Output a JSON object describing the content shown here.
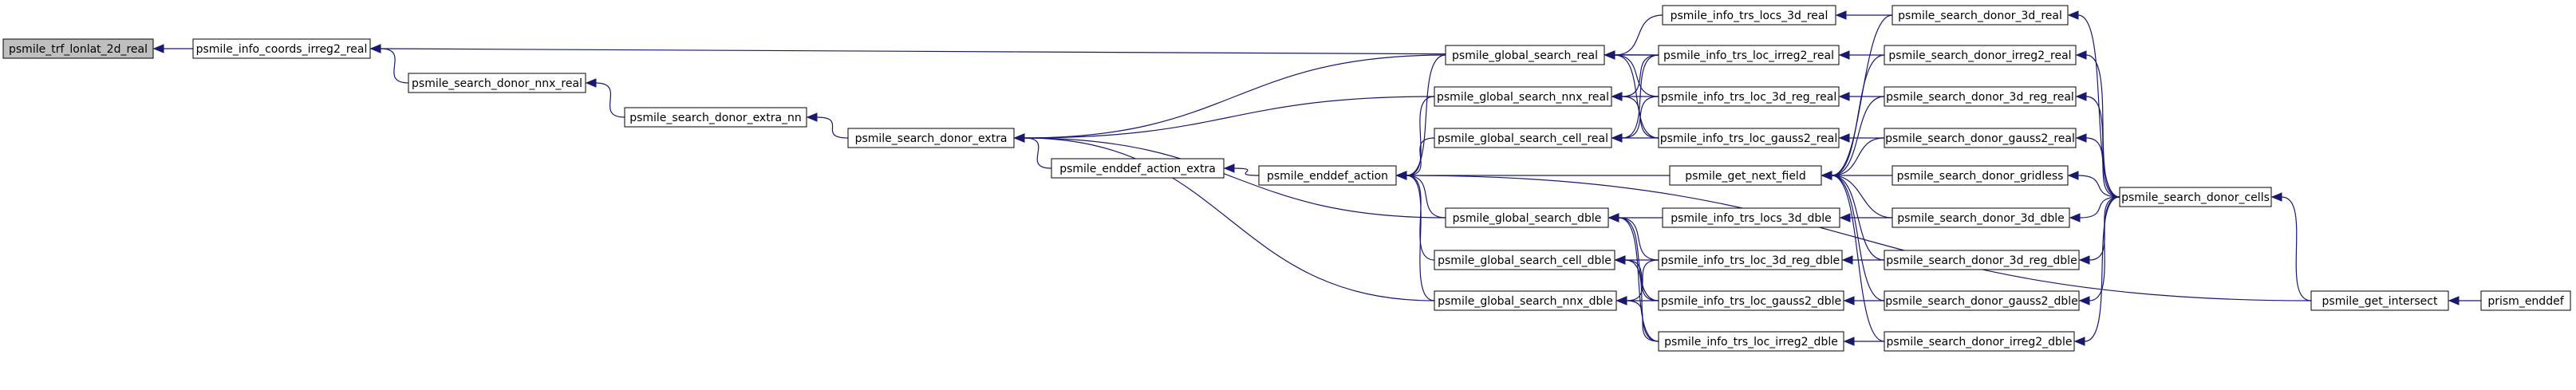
{
  "graph": {
    "nodes": [
      {
        "id": "trf",
        "label": "psmile_trf_lonlat_2d_real"
      },
      {
        "id": "coords",
        "label": "psmile_info_coords_irreg2_real"
      },
      {
        "id": "nnx",
        "label": "psmile_search_donor_nnx_real"
      },
      {
        "id": "extra_nn",
        "label": "psmile_search_donor_extra_nn"
      },
      {
        "id": "donor_extra",
        "label": "psmile_search_donor_extra"
      },
      {
        "id": "action_extra",
        "label": "psmile_enddef_action_extra"
      },
      {
        "id": "enddef_action",
        "label": "psmile_enddef_action"
      },
      {
        "id": "gs_real",
        "label": "psmile_global_search_real"
      },
      {
        "id": "gs_nnx_real",
        "label": "psmile_global_search_nnx_real"
      },
      {
        "id": "gs_cell_real",
        "label": "psmile_global_search_cell_real"
      },
      {
        "id": "next_field",
        "label": "psmile_get_next_field"
      },
      {
        "id": "gs_dble",
        "label": "psmile_global_search_dble"
      },
      {
        "id": "gs_cell_dble",
        "label": "psmile_global_search_cell_dble"
      },
      {
        "id": "gs_nnx_dble",
        "label": "psmile_global_search_nnx_dble"
      },
      {
        "id": "locs3d_real",
        "label": "psmile_info_trs_locs_3d_real"
      },
      {
        "id": "loc_irreg2_real",
        "label": "psmile_info_trs_loc_irreg2_real"
      },
      {
        "id": "loc3dreg_real",
        "label": "psmile_info_trs_loc_3d_reg_real"
      },
      {
        "id": "gauss2_real",
        "label": "psmile_info_trs_loc_gauss2_real"
      },
      {
        "id": "locs3d_dble",
        "label": "psmile_info_trs_locs_3d_dble"
      },
      {
        "id": "loc3dreg_dble",
        "label": "psmile_info_trs_loc_3d_reg_dble"
      },
      {
        "id": "gauss2_dble",
        "label": "psmile_info_trs_loc_gauss2_dble"
      },
      {
        "id": "irreg2_dble",
        "label": "psmile_info_trs_loc_irreg2_dble"
      },
      {
        "id": "sd_3d_real",
        "label": "psmile_search_donor_3d_real"
      },
      {
        "id": "sd_irreg2_real",
        "label": "psmile_search_donor_irreg2_real"
      },
      {
        "id": "sd_3dreg_real",
        "label": "psmile_search_donor_3d_reg_real"
      },
      {
        "id": "sd_gauss2_real",
        "label": "psmile_search_donor_gauss2_real"
      },
      {
        "id": "sd_gridless",
        "label": "psmile_search_donor_gridless"
      },
      {
        "id": "sd_3d_dble",
        "label": "psmile_search_donor_3d_dble"
      },
      {
        "id": "sd_3dreg_dble",
        "label": "psmile_search_donor_3d_reg_dble"
      },
      {
        "id": "sd_gauss2_dble",
        "label": "psmile_search_donor_gauss2_dble"
      },
      {
        "id": "sd_irreg2_dble",
        "label": "psmile_search_donor_irreg2_dble"
      },
      {
        "id": "cells",
        "label": "psmile_search_donor_cells"
      },
      {
        "id": "intersect",
        "label": "psmile_get_intersect"
      },
      {
        "id": "prism_enddef",
        "label": "prism_enddef"
      }
    ],
    "edges": [
      [
        "coords",
        "trf"
      ],
      [
        "nnx",
        "coords"
      ],
      [
        "extra_nn",
        "nnx"
      ],
      [
        "donor_extra",
        "extra_nn"
      ],
      [
        "gs_real",
        "donor_extra"
      ],
      [
        "gs_nnx_real",
        "donor_extra"
      ],
      [
        "action_extra",
        "donor_extra"
      ],
      [
        "gs_dble",
        "donor_extra"
      ],
      [
        "gs_nnx_dble",
        "donor_extra"
      ],
      [
        "enddef_action",
        "action_extra"
      ],
      [
        "gs_real",
        "enddef_action"
      ],
      [
        "gs_nnx_real",
        "enddef_action"
      ],
      [
        "gs_cell_real",
        "enddef_action"
      ],
      [
        "next_field",
        "enddef_action"
      ],
      [
        "gs_dble",
        "enddef_action"
      ],
      [
        "gs_cell_dble",
        "enddef_action"
      ],
      [
        "gs_nnx_dble",
        "enddef_action"
      ],
      [
        "intersect",
        "enddef_action"
      ],
      [
        "loc_irreg2_real",
        "coords"
      ],
      [
        "loc_irreg2_real",
        "gs_real"
      ],
      [
        "loc3dreg_real",
        "gs_real"
      ],
      [
        "gauss2_real",
        "gs_real"
      ],
      [
        "locs3d_real",
        "gs_real"
      ],
      [
        "loc_irreg2_real",
        "gs_nnx_real"
      ],
      [
        "loc3dreg_real",
        "gs_nnx_real"
      ],
      [
        "gauss2_real",
        "gs_nnx_real"
      ],
      [
        "loc_irreg2_real",
        "gs_cell_real"
      ],
      [
        "loc3dreg_real",
        "gs_cell_real"
      ],
      [
        "gauss2_real",
        "gs_cell_real"
      ],
      [
        "locs3d_dble",
        "gs_dble"
      ],
      [
        "loc3dreg_dble",
        "gs_dble"
      ],
      [
        "gauss2_dble",
        "gs_dble"
      ],
      [
        "irreg2_dble",
        "gs_dble"
      ],
      [
        "loc3dreg_dble",
        "gs_cell_dble"
      ],
      [
        "gauss2_dble",
        "gs_cell_dble"
      ],
      [
        "irreg2_dble",
        "gs_cell_dble"
      ],
      [
        "loc3dreg_dble",
        "gs_nnx_dble"
      ],
      [
        "gauss2_dble",
        "gs_nnx_dble"
      ],
      [
        "irreg2_dble",
        "gs_nnx_dble"
      ],
      [
        "sd_3d_real",
        "locs3d_real"
      ],
      [
        "sd_irreg2_real",
        "loc_irreg2_real"
      ],
      [
        "sd_3dreg_real",
        "loc3dreg_real"
      ],
      [
        "sd_gauss2_real",
        "gauss2_real"
      ],
      [
        "sd_3d_dble",
        "locs3d_dble"
      ],
      [
        "sd_3dreg_dble",
        "loc3dreg_dble"
      ],
      [
        "sd_gauss2_dble",
        "gauss2_dble"
      ],
      [
        "sd_irreg2_dble",
        "irreg2_dble"
      ],
      [
        "sd_3d_real",
        "next_field"
      ],
      [
        "sd_irreg2_real",
        "next_field"
      ],
      [
        "sd_3dreg_real",
        "next_field"
      ],
      [
        "sd_gauss2_real",
        "next_field"
      ],
      [
        "sd_gridless",
        "next_field"
      ],
      [
        "sd_3d_dble",
        "next_field"
      ],
      [
        "sd_3dreg_dble",
        "next_field"
      ],
      [
        "sd_gauss2_dble",
        "next_field"
      ],
      [
        "sd_irreg2_dble",
        "next_field"
      ],
      [
        "cells",
        "sd_3d_real"
      ],
      [
        "cells",
        "sd_irreg2_real"
      ],
      [
        "cells",
        "sd_3dreg_real"
      ],
      [
        "cells",
        "sd_gauss2_real"
      ],
      [
        "cells",
        "sd_gridless"
      ],
      [
        "cells",
        "sd_3d_dble"
      ],
      [
        "cells",
        "sd_3dreg_dble"
      ],
      [
        "cells",
        "sd_gauss2_dble"
      ],
      [
        "cells",
        "sd_irreg2_dble"
      ],
      [
        "intersect",
        "cells"
      ],
      [
        "prism_enddef",
        "intersect"
      ]
    ]
  }
}
